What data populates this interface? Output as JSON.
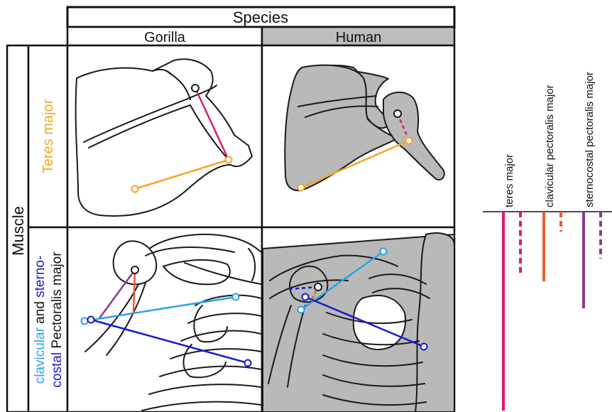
{
  "header": {
    "species_title": "Species",
    "columns": [
      "Gorilla",
      "Human"
    ],
    "muscle_title": "Muscle"
  },
  "rows": {
    "teres": {
      "label": "Teres major",
      "color": "#f5a623"
    },
    "pectoralis": {
      "line1_a": "clavicular",
      "line1_b": " and ",
      "line1_c": "sterno-",
      "line2_a": "costal",
      "line2_b": " Pectoralis major",
      "clavicular_color": "#29a3e8",
      "sternocostal_color": "#1a1acc"
    }
  },
  "bar_legend": {
    "labels": [
      "teres major",
      "clavicular pectoralis major",
      "sternocostal pectoralis major"
    ],
    "colors": [
      "#e0187a",
      "#e8602c",
      "#8b3a8f"
    ],
    "style_gorilla": "solid",
    "style_human": "dashed"
  },
  "colors": {
    "teres_line": "#f5a623",
    "moment_arm_teres": "#e0187a",
    "clavicular_line": "#29a3e8",
    "sternocostal_line": "#1a1acc",
    "moment_arm_clav": "#e8602c",
    "moment_arm_stern": "#8b3a8f",
    "human_panel": "#c8c8c8"
  }
}
